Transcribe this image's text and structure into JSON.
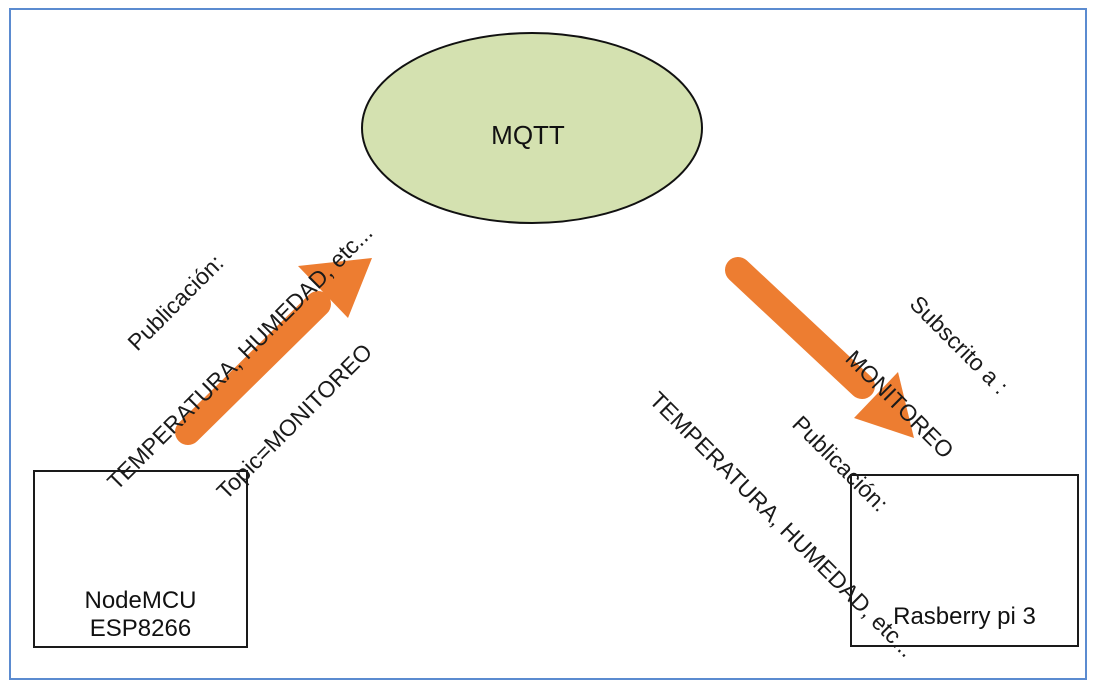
{
  "broker": {
    "label": "MQTT"
  },
  "publisher": {
    "line1": "NodeMCU",
    "line2": "ESP8266",
    "annotation": [
      "Publicación:",
      "TEMPERATURA, HUMEDAD, etc...",
      "Topic=MONITOREO"
    ]
  },
  "subscriber": {
    "label": "Rasberry pi 3",
    "annotation": [
      "Subscrito a :",
      "MONITOREO",
      "Publicación:",
      "TEMPERATURA, HUMEDAD, etc..."
    ]
  },
  "colors": {
    "ellipse_fill": "#d4e1b0",
    "arrow": "#ed7d31",
    "frame": "#5b8bd0"
  }
}
